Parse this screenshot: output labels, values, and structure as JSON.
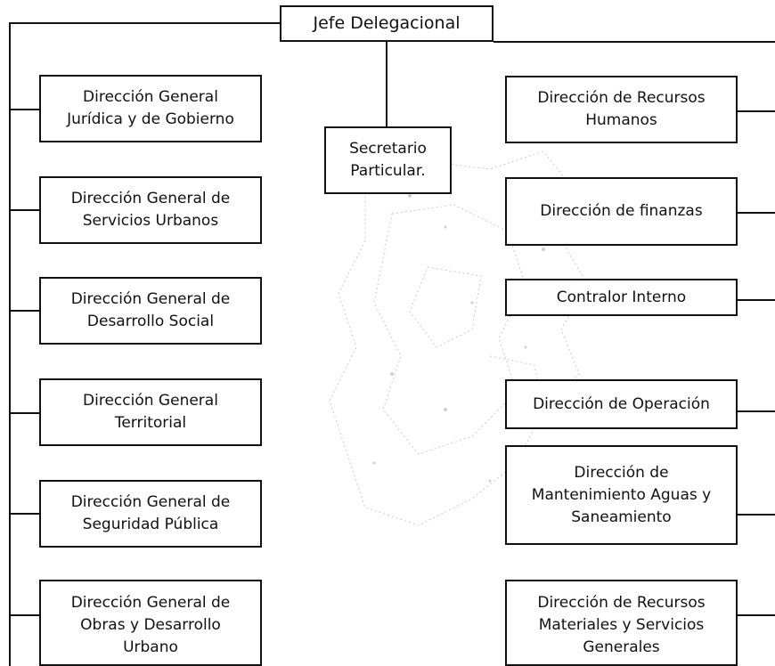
{
  "chart": {
    "top": "Jefe Delegacional",
    "center": "Secretario\nParticular.",
    "left": [
      "Dirección General\nJurídica y de Gobierno",
      "Dirección General de\nServicios Urbanos",
      "Dirección General de\nDesarrollo Social",
      "Dirección General\nTerritorial",
      "Dirección General de\nSeguridad Pública",
      "Dirección General de\nObras y Desarrollo\nUrbano"
    ],
    "right": [
      "Dirección de Recursos\nHumanos",
      "Dirección de finanzas",
      "Contralor Interno",
      "Dirección de Operación",
      "Dirección de\nMantenimiento Aguas y\nSaneamiento",
      "Dirección de Recursos\nMateriales y Servicios\nGenerales"
    ]
  }
}
